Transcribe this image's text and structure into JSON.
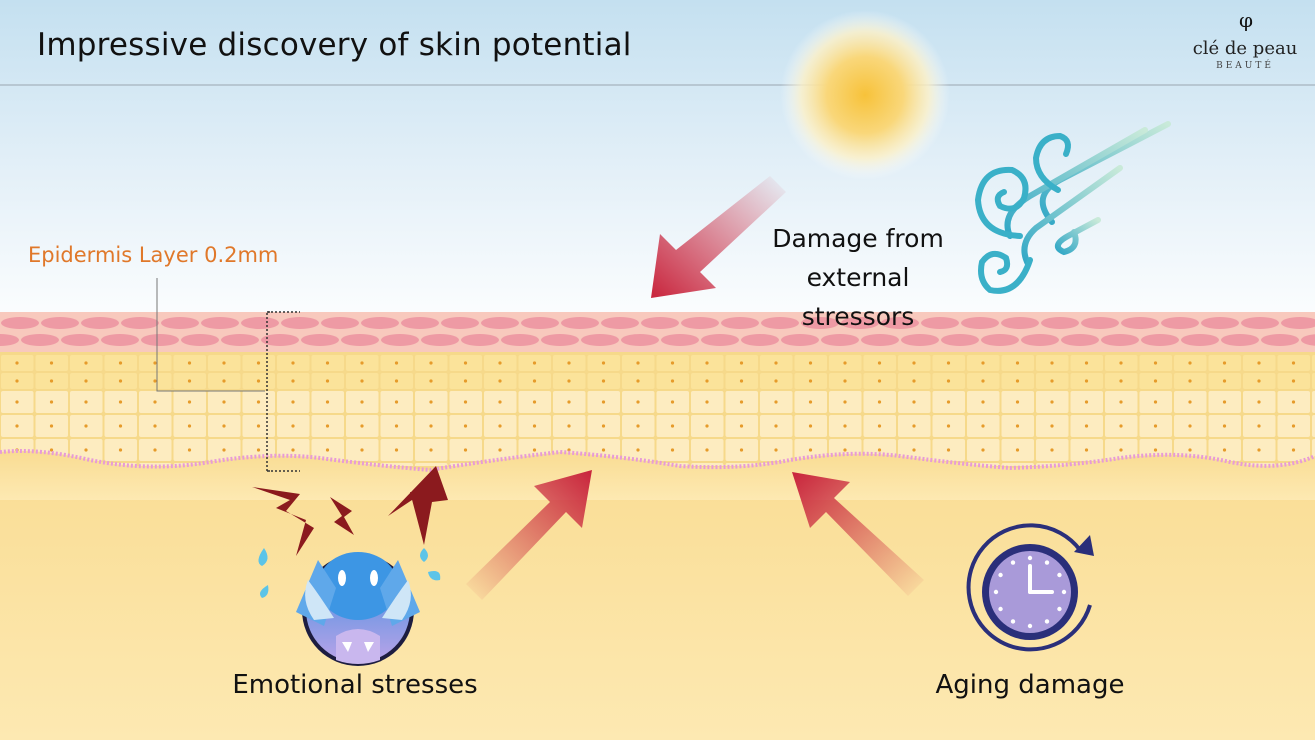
{
  "slide": {
    "title": "Impressive discovery of skin potential",
    "epidermis_label": "Epidermis Layer 0.2mm",
    "external_label_lines": [
      "Damage from",
      "external",
      "stressors"
    ],
    "emotional_label": "Emotional stresses",
    "aging_label": "Aging damage"
  },
  "brand": {
    "mark": "φ",
    "name": "clé de peau",
    "tagline": "BEAUTÉ"
  },
  "icons": {
    "sun": "sun-icon",
    "wind": "wind-icon",
    "stress_face": "stressed-face-icon",
    "lightning": "lightning-bolt-icon",
    "clock": "clock-cycle-icon",
    "arrow": "arrow-icon"
  },
  "colors": {
    "sky_top": "#c9e3f2",
    "skin_base": "#fde3a0",
    "epidermis_pink": "#f3a9ad",
    "cell_yellow": "#fbe7a6",
    "arrow_red": "#c8243c",
    "wind_teal": "#3ab0c8",
    "clock_purple": "#2a2f7a",
    "epi_label": "#e0782a"
  }
}
